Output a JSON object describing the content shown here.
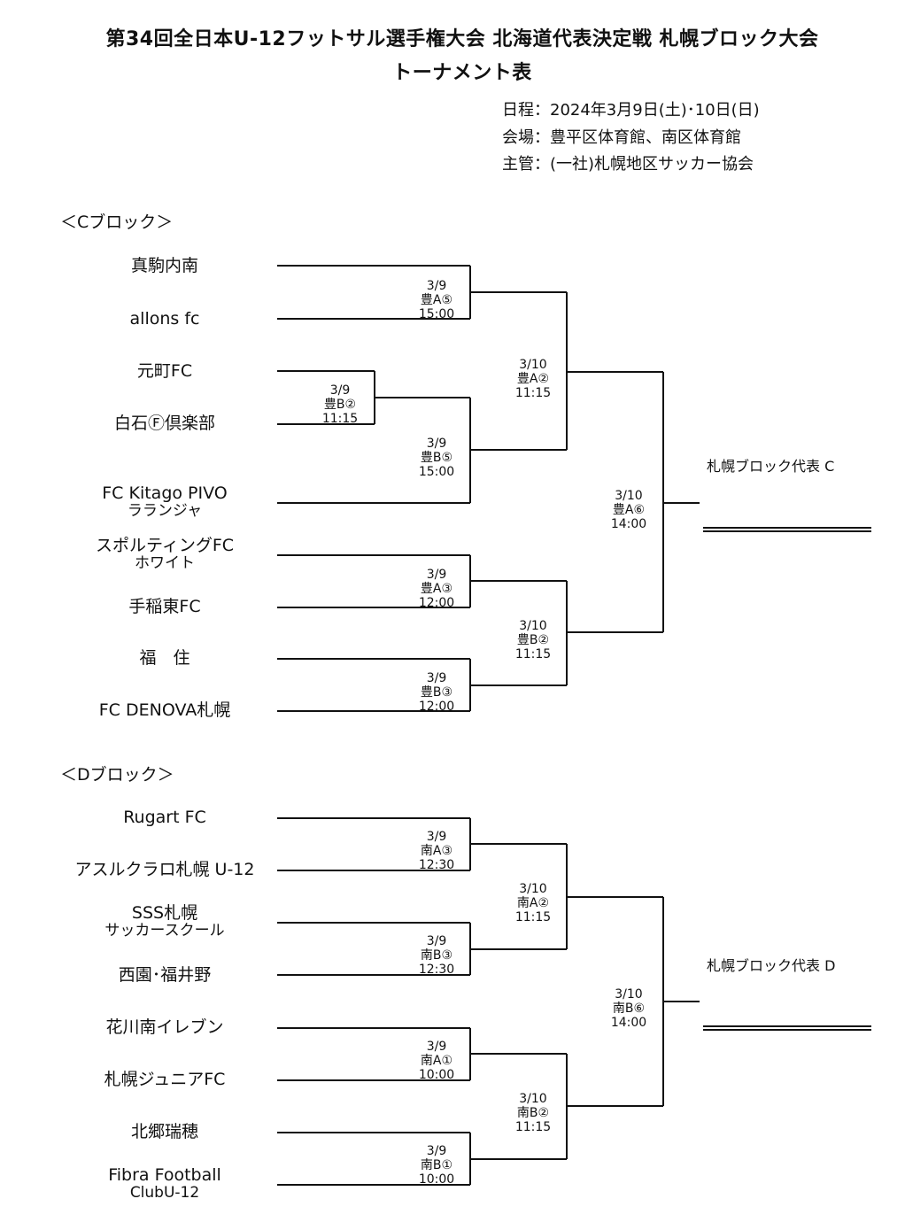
{
  "header": {
    "title_line1": "第34回全日本U-12フットサル選手権大会 北海道代表決定戦 札幌ブロック大会",
    "title_line2": "トーナメント表",
    "schedule": "日程：2024年3月9日(土)･10日(日)",
    "venue": "会場：豊平区体育館、南区体育館",
    "organizer": "主管：(一社)札幌地区サッカー協会"
  },
  "block_c": {
    "label": "＜Cブロック＞",
    "teams": [
      {
        "line1": "真駒内南",
        "line2": ""
      },
      {
        "line1": "allons fc",
        "line2": ""
      },
      {
        "line1": "元町FC",
        "line2": ""
      },
      {
        "line1": "白石Ⓕ倶楽部",
        "line2": ""
      },
      {
        "line1": "FC Kitago PIVO",
        "line2": "ラランジャ"
      },
      {
        "line1": "スポルティングFC",
        "line2": "ホワイト"
      },
      {
        "line1": "手稲東FC",
        "line2": ""
      },
      {
        "line1": "福　住",
        "line2": ""
      },
      {
        "line1": "FC DENOVA札幌",
        "line2": ""
      }
    ],
    "matches": [
      {
        "date": "3/9",
        "court": "豊A⑤",
        "time": "15:00"
      },
      {
        "date": "3/9",
        "court": "豊B②",
        "time": "11:15"
      },
      {
        "date": "3/9",
        "court": "豊B⑤",
        "time": "15:00"
      },
      {
        "date": "3/10",
        "court": "豊A②",
        "time": "11:15"
      },
      {
        "date": "3/9",
        "court": "豊A③",
        "time": "12:00"
      },
      {
        "date": "3/9",
        "court": "豊B③",
        "time": "12:00"
      },
      {
        "date": "3/10",
        "court": "豊B②",
        "time": "11:15"
      },
      {
        "date": "3/10",
        "court": "豊A⑥",
        "time": "14:00"
      }
    ],
    "representative": "札幌ブロック代表 C"
  },
  "block_d": {
    "label": "＜Dブロック＞",
    "teams": [
      {
        "line1": "Rugart FC",
        "line2": ""
      },
      {
        "line1": "アスルクラロ札幌 U-12",
        "line2": ""
      },
      {
        "line1": "SSS札幌",
        "line2": "サッカースクール"
      },
      {
        "line1": "西園･福井野",
        "line2": ""
      },
      {
        "line1": "花川南イレブン",
        "line2": ""
      },
      {
        "line1": "札幌ジュニアFC",
        "line2": ""
      },
      {
        "line1": "北郷瑞穂",
        "line2": ""
      },
      {
        "line1": "Fibra Football",
        "line2": "ClubU-12"
      }
    ],
    "matches": [
      {
        "date": "3/9",
        "court": "南A③",
        "time": "12:30"
      },
      {
        "date": "3/9",
        "court": "南B③",
        "time": "12:30"
      },
      {
        "date": "3/10",
        "court": "南A②",
        "time": "11:15"
      },
      {
        "date": "3/9",
        "court": "南A①",
        "time": "10:00"
      },
      {
        "date": "3/9",
        "court": "南B①",
        "time": "10:00"
      },
      {
        "date": "3/10",
        "court": "南B②",
        "time": "11:15"
      },
      {
        "date": "3/10",
        "court": "南B⑥",
        "time": "14:00"
      }
    ],
    "representative": "札幌ブロック代表 D"
  }
}
